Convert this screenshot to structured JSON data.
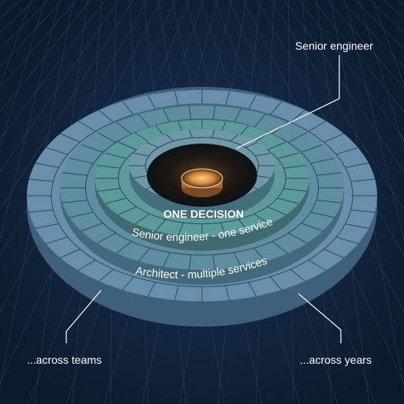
{
  "diagram": {
    "center_label": "ONE DECISION",
    "ring_labels": [
      "Senior engineer - one service",
      "Architect - multiple services"
    ],
    "callouts": {
      "top_right": "Senior engineer",
      "bottom_left": "...across teams",
      "bottom_right": "...across years"
    }
  },
  "colors": {
    "background": "#0f1e33",
    "grid": "#2a3e5c",
    "ring_outer": "#5f86a3",
    "ring_inner": "#5f9aa0",
    "core_glow": "#f0a050"
  }
}
